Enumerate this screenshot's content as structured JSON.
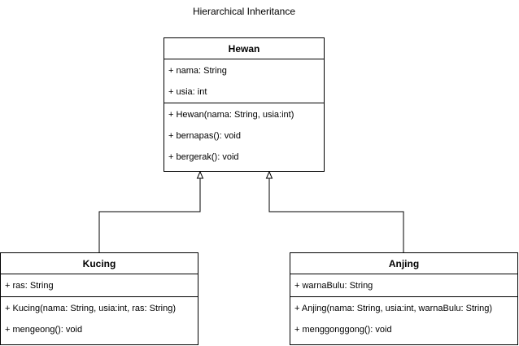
{
  "diagram": {
    "title": "Hierarchical Inheritance",
    "classes": {
      "hewan": {
        "name": "Hewan",
        "attributes": [
          "+ nama: String",
          "+ usia: int"
        ],
        "methods": [
          "+ Hewan(nama: String, usia:int)",
          "+ bernapas(): void",
          "+ bergerak(): void"
        ]
      },
      "kucing": {
        "name": "Kucing",
        "attributes": [
          "+ ras: String"
        ],
        "methods": [
          "+ Kucing(nama: String, usia:int, ras: String)",
          "+ mengeong(): void"
        ]
      },
      "anjing": {
        "name": "Anjing",
        "attributes": [
          "+ warnaBulu: String"
        ],
        "methods": [
          "+ Anjing(nama: String, usia:int, warnaBulu: String)",
          "+ menggonggong(): void"
        ]
      }
    },
    "relations": [
      {
        "from": "Kucing",
        "to": "Hewan",
        "type": "inheritance"
      },
      {
        "from": "Anjing",
        "to": "Hewan",
        "type": "inheritance"
      }
    ]
  }
}
